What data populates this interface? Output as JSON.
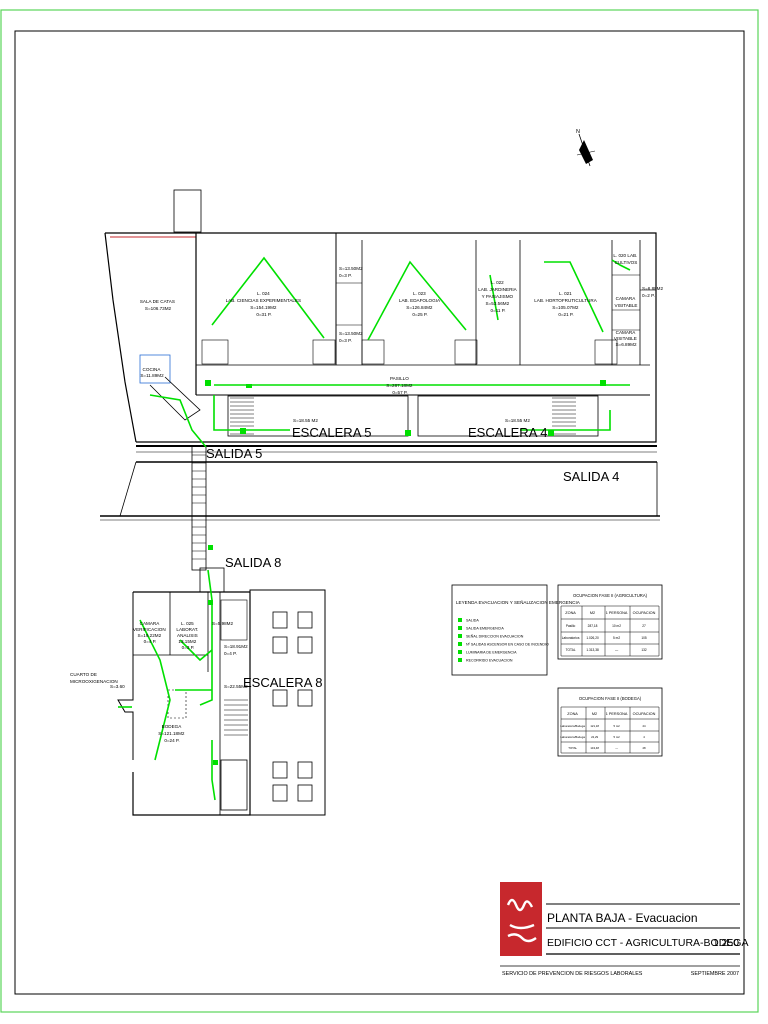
{
  "colors": {
    "frame": "#59d659",
    "route": "#00e000",
    "ink": "#000000",
    "logo": "#c7282d"
  },
  "north": "N",
  "rooms": {
    "sala_catas": [
      "SALA DE CATAS",
      "S=106.73M2"
    ],
    "l024": [
      "L. 024",
      "LAB. CIENCIAS EXPERIMENTALES",
      "S=154.19M2",
      "0=31 P."
    ],
    "l023": [
      "L. 023",
      "LAB. EDAFOLOGIA",
      "S=126.84M2",
      "0=25 P."
    ],
    "l022": [
      "L. 022",
      "LAB. JARDINERIA",
      "Y PAISAJISMO",
      "S=53.56M2",
      "0=11 P."
    ],
    "l021": [
      "L. 021",
      "LAB. HORTOFRUTICULTURA",
      "S=105.07M2",
      "0=21 P."
    ],
    "l020": [
      "L. 020 LAB.",
      "CULTIVOS"
    ],
    "camara_visitable": [
      "CAMARA",
      "VISITABLE"
    ],
    "camara_visitable2": [
      "CAMARA",
      "VISITABLE",
      "S=6.89M2"
    ],
    "small_a": [
      "S=13.50M2",
      "0=3 P."
    ],
    "small_b": [
      "S=13.50M2",
      "0=3 P."
    ],
    "small_c": [
      "S=6.88M2",
      "0=2 P."
    ],
    "pasillo": [
      "PASILLO",
      "S=287.18M2",
      "0=57 P."
    ],
    "stair5_area": "S=18.55 M2",
    "stair4_area": "S=18.55 M2",
    "camara_verif": [
      "CAMARA",
      "VERIFICACION",
      "S=19.22M2",
      "0=4 P."
    ],
    "l025": [
      "L. 025",
      "LABORAT.",
      "ANALISIS",
      "13.15M2",
      "0=3 P."
    ],
    "bodega": [
      "BODEGA",
      "S=121.18M2",
      "0=24 P."
    ],
    "small_d": [
      "S=5.98M2"
    ],
    "small_e": [
      "S=18.91M2",
      "0=4 P."
    ],
    "small_f": [
      "S=22.55M2"
    ],
    "micro": "S=3.60",
    "cuarto": [
      "CUARTO DE",
      "MICROOXIGENACION"
    ],
    "cocina": [
      "COCINA",
      "S=11.89M2"
    ]
  },
  "labels": {
    "escalera5": "ESCALERA 5",
    "escalera4": "ESCALERA 4",
    "escalera8": "ESCALERA 8",
    "salida5": "SALIDA 5",
    "salida4": "SALIDA 4",
    "salida8": "SALIDA 8"
  },
  "legend": {
    "title": "LEYENDA EVACUACION Y SEÑALIZACION EMERGENCIA",
    "items": [
      "SALIDA",
      "SALIDA EMERGENCIA",
      "SEÑAL DIRECCION EVACUACION",
      "Nº SALIDAS ASCENSOR EN CASO DE INCENDIO",
      "LUMINARIA DE EMERGENCIA",
      "RECORRIDO EVACUACION"
    ]
  },
  "table1": {
    "title": "OCUPACION FASE II (AGRICULTURA)",
    "headers": [
      "ZONA",
      "M2",
      "1 PERSONA",
      "OCUPACION"
    ],
    "rows": [
      [
        "Pasillo",
        "287,18",
        "10 m2",
        "27"
      ],
      [
        "Laboratorios",
        "1.026,20",
        "5 m2",
        "105"
      ],
      [
        "TOTAL",
        "1.313,38",
        "—",
        "132"
      ]
    ]
  },
  "table2": {
    "title": "OCUPACION FASE II (BODEGA)",
    "headers": [
      "ZONA",
      "M2",
      "1 PERSONA",
      "OCUPACION"
    ],
    "rows": [
      [
        "Laboratorio/Bodega",
        "121,18",
        "5 m2",
        "24"
      ],
      [
        "Laboratorio/Bodega",
        "22,29",
        "5 m2",
        "4"
      ],
      [
        "TOTAL",
        "143,48",
        "—",
        "28"
      ]
    ]
  },
  "title_block": {
    "title": "PLANTA BAJA - Evacuacion",
    "building": "EDIFICIO CCT - AGRICULTURA-BODEGA",
    "scale": "1:250",
    "service": "SERVICIO DE PREVENCION DE RIESGOS LABORALES",
    "date": "SEPTIEMBRE 2007"
  }
}
